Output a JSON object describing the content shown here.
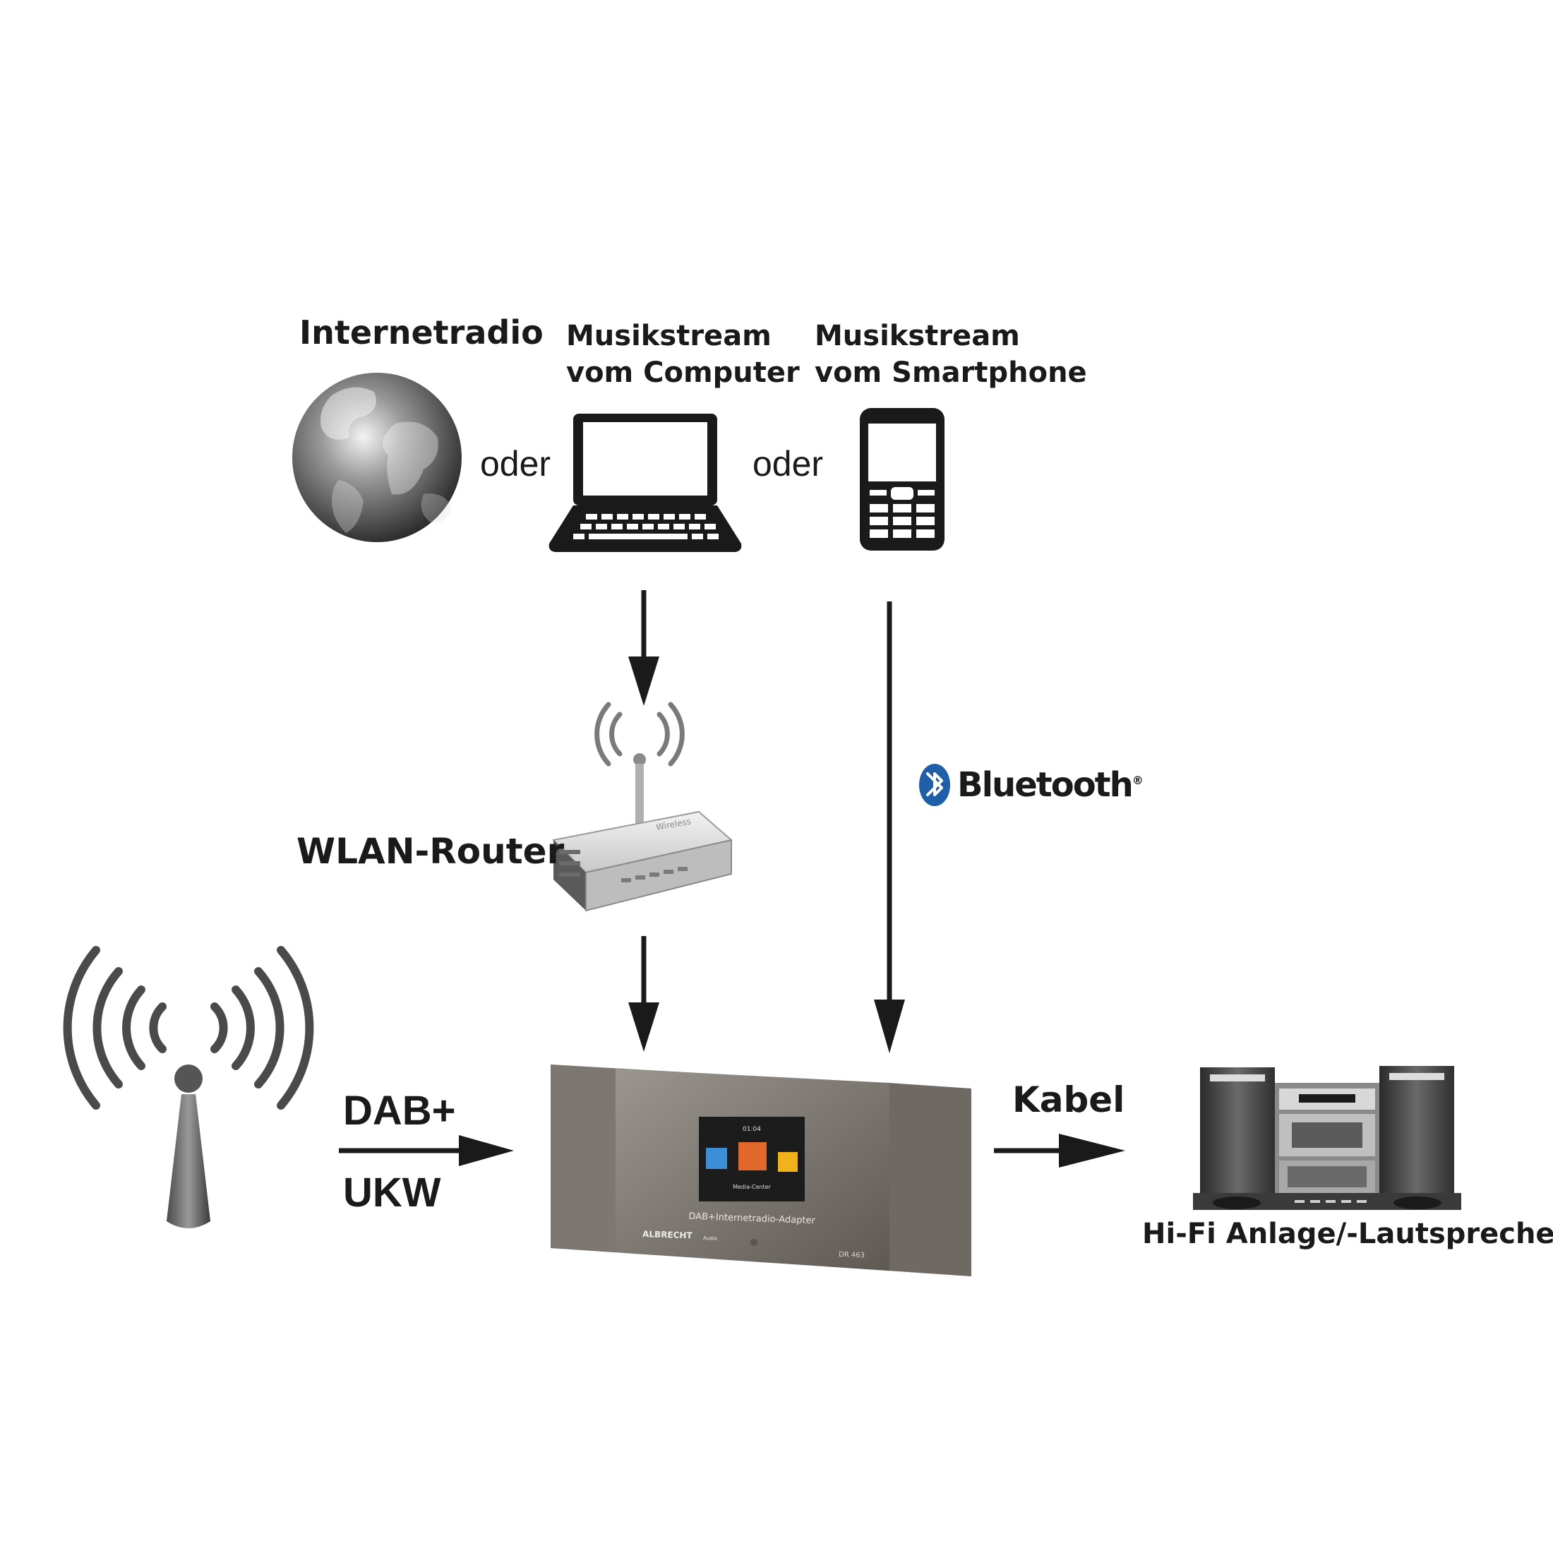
{
  "labels": {
    "internetradio": "Internetradio",
    "computer_line1": "Musikstream",
    "computer_line2": "vom Computer",
    "smartphone_line1": "Musikstream",
    "smartphone_line2": "vom Smartphone",
    "oder1": "oder",
    "oder2": "oder",
    "router": "WLAN-Router",
    "bluetooth": "Bluetooth",
    "bluetooth_mark": "®",
    "dab": "DAB+",
    "ukw": "UKW",
    "kabel": "Kabel",
    "hifi": "Hi-Fi Anlage/-Lautsprecher"
  },
  "device": {
    "screen_time": "01:04",
    "screen_menu": "Media-Center",
    "model_text": "DAB+Internetradio-Adapter",
    "brand": "ALBRECHT",
    "brand_suffix": "Audio",
    "model_code": "DR 463"
  },
  "router_brand": "Wireless",
  "colors": {
    "ink": "#1a1a1a",
    "bluetooth_blue": "#1f5fa8",
    "device_grey": "#7a746e",
    "tile_orange": "#e0692b",
    "tile_yellow": "#f2b21b",
    "tile_blue": "#3c8fd6"
  },
  "icons": [
    "globe-icon",
    "laptop-icon",
    "phone-icon",
    "router-icon",
    "antenna-icon",
    "bluetooth-icon",
    "hifi-icon"
  ]
}
